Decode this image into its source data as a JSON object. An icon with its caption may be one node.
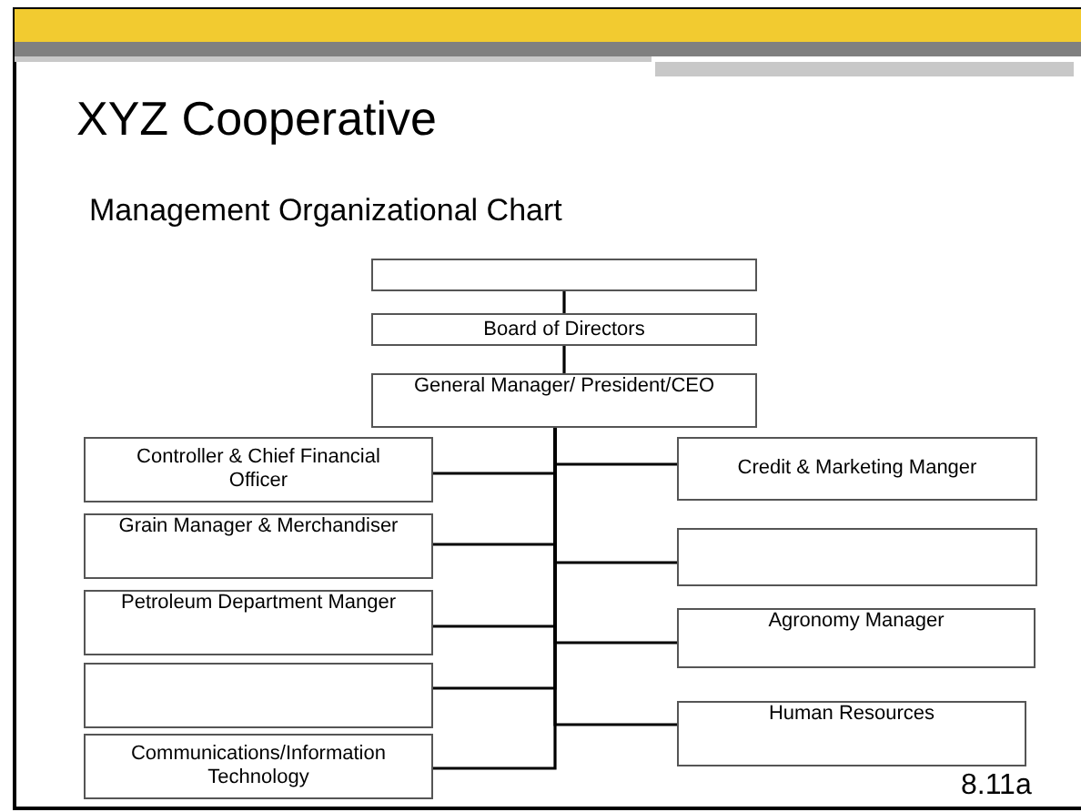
{
  "diagram": {
    "title": "XYZ Cooperative",
    "nodes": [
      {
        "text": [],
        "shape": "box"
      },
      {
        "text": [
          "Board of Directors"
        ]
      },
      {
        "text": [
          "General Manager/ President/CEO"
        ]
      },
      {
        "text": [
          "Controller & Chief Financial Officer"
        ]
      },
      {
        "text": [
          "Grain Manager & Merchandiser"
        ]
      },
      {
        "text": [
          "Petroleum Department Manger"
        ]
      },
      {
        "text": [],
        "shape": "box"
      },
      {
        "text": [
          "Communications/Information Technology"
        ]
      },
      {
        "text": [
          "Credit & Marketing Manger"
        ]
      },
      {
        "text": [],
        "shape": "box"
      },
      {
        "text": [
          "Agronomy Manager"
        ]
      },
      {
        "text": [
          "Human Resources"
        ]
      }
    ],
    "edges": [
      {
        "from": 0,
        "to": 1,
        "arrow": "none"
      },
      {
        "from": 1,
        "to": 2,
        "arrow": "none"
      },
      {
        "from": 2,
        "to": 3,
        "arrow": "none"
      },
      {
        "from": 2,
        "to": 4,
        "arrow": "none"
      },
      {
        "from": 2,
        "to": 5,
        "arrow": "none"
      },
      {
        "from": 2,
        "to": 6,
        "arrow": "none"
      },
      {
        "from": 2,
        "to": 7,
        "arrow": "none"
      },
      {
        "from": 2,
        "to": 8,
        "arrow": "none"
      },
      {
        "from": 2,
        "to": 9,
        "arrow": "none"
      },
      {
        "from": 2,
        "to": 10,
        "arrow": "none"
      },
      {
        "from": 2,
        "to": 11,
        "arrow": "none"
      }
    ],
    "labels": [
      "Management Organizational Chart",
      "8.11a"
    ]
  }
}
